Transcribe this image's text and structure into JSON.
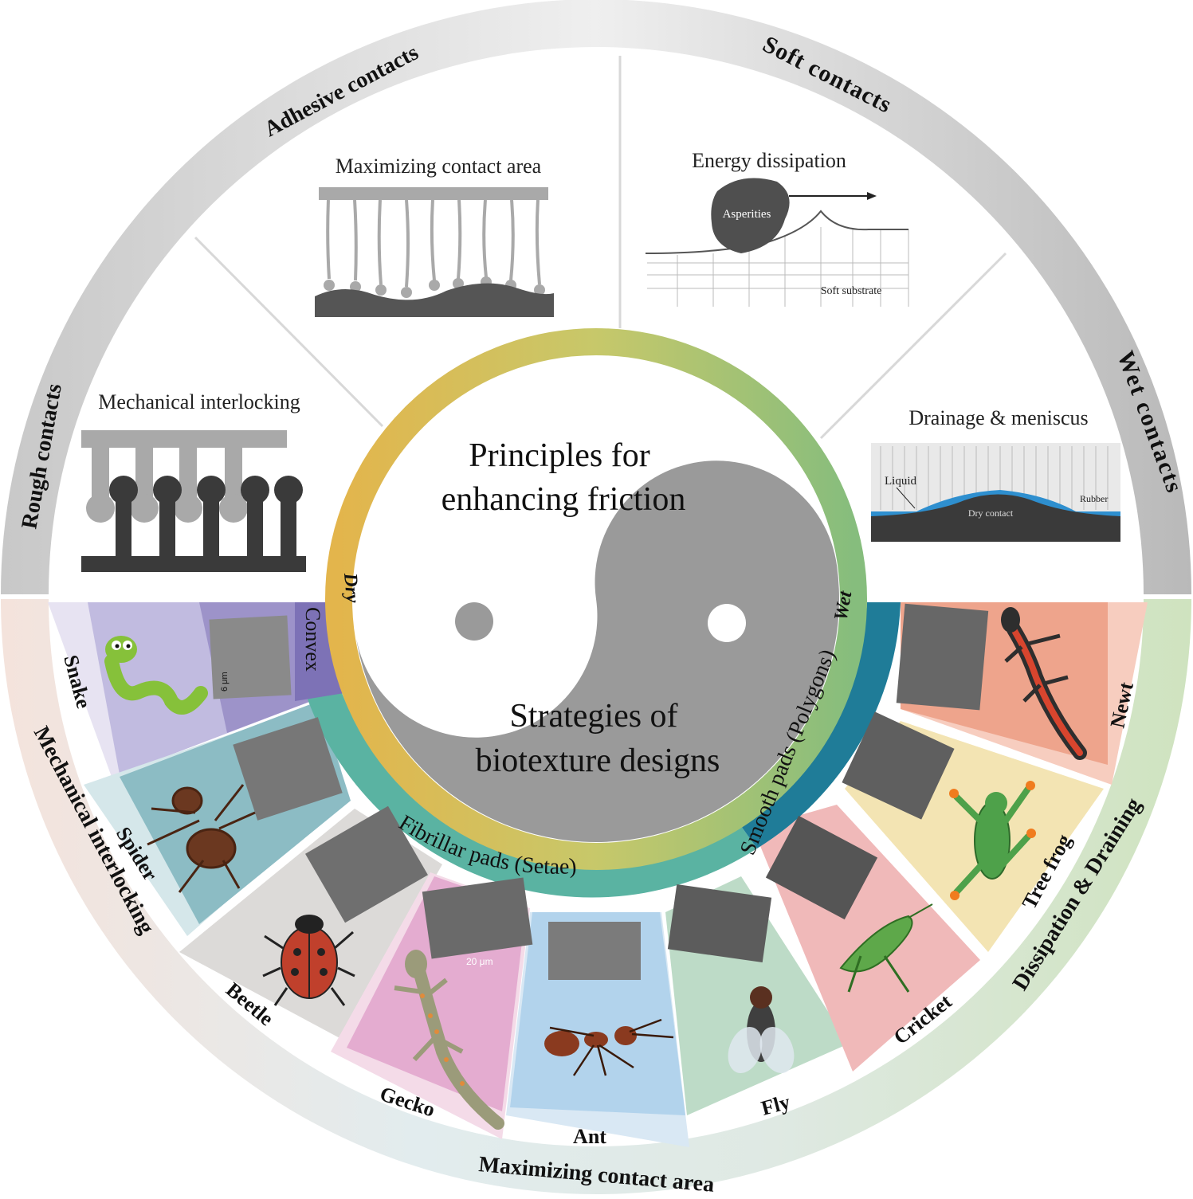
{
  "center": {
    "principles_line1": "Principles for",
    "principles_line2": "enhancing friction",
    "strategies_line1": "Strategies of",
    "strategies_line2": "biotexture designs",
    "dry": "Dry",
    "wet": "Wet"
  },
  "outer_upper": {
    "rough": "Rough contacts",
    "adhesive": "Adhesive contacts",
    "soft": "Soft contacts",
    "wet": "Wet contacts"
  },
  "outer_lower": {
    "mechanical": "Mechanical interlocking",
    "maximizing": "Maximizing contact area",
    "dissipation": "Dissipation & Draining"
  },
  "panels": {
    "mechanical": "Mechanical interlocking",
    "maximizing": "Maximizing contact area",
    "energy": "Energy dissipation",
    "asperities": "Asperities",
    "soft_substrate": "Soft substrate",
    "drainage": "Drainage & meniscus",
    "liquid": "Liquid",
    "rubber": "Rubber",
    "dry_contact": "Dry contact"
  },
  "groups": {
    "convex": "Convex",
    "fibrillar": "Fibrillar pads (Setae)",
    "smooth": "Smooth pads (Polygons)"
  },
  "animals": {
    "snake": "Snake",
    "spider": "Spider",
    "beetle": "Beetle",
    "gecko": "Gecko",
    "ant": "Ant",
    "fly": "Fly",
    "cricket": "Cricket",
    "tree_frog": "Tree frog",
    "newt": "Newt"
  },
  "scale": {
    "gecko": "20 μm",
    "snake": "6 μm"
  },
  "colors": {
    "convex": "#a99fcf",
    "spider": "#7fb5bd",
    "beetle": "#d9d6d4",
    "gecko": "#d68fb9",
    "ant": "#8dbde2",
    "fly": "#a9d1b9",
    "cricket": "#e8888a",
    "tree_frog": "#e8cd7a",
    "newt": "#f1a38a",
    "ring_dry": "#e0b84a",
    "ring_wet": "#8dbf7c",
    "ring_fibrillar": "#5ab3a2",
    "ring_smooth": "#1f7c98"
  }
}
